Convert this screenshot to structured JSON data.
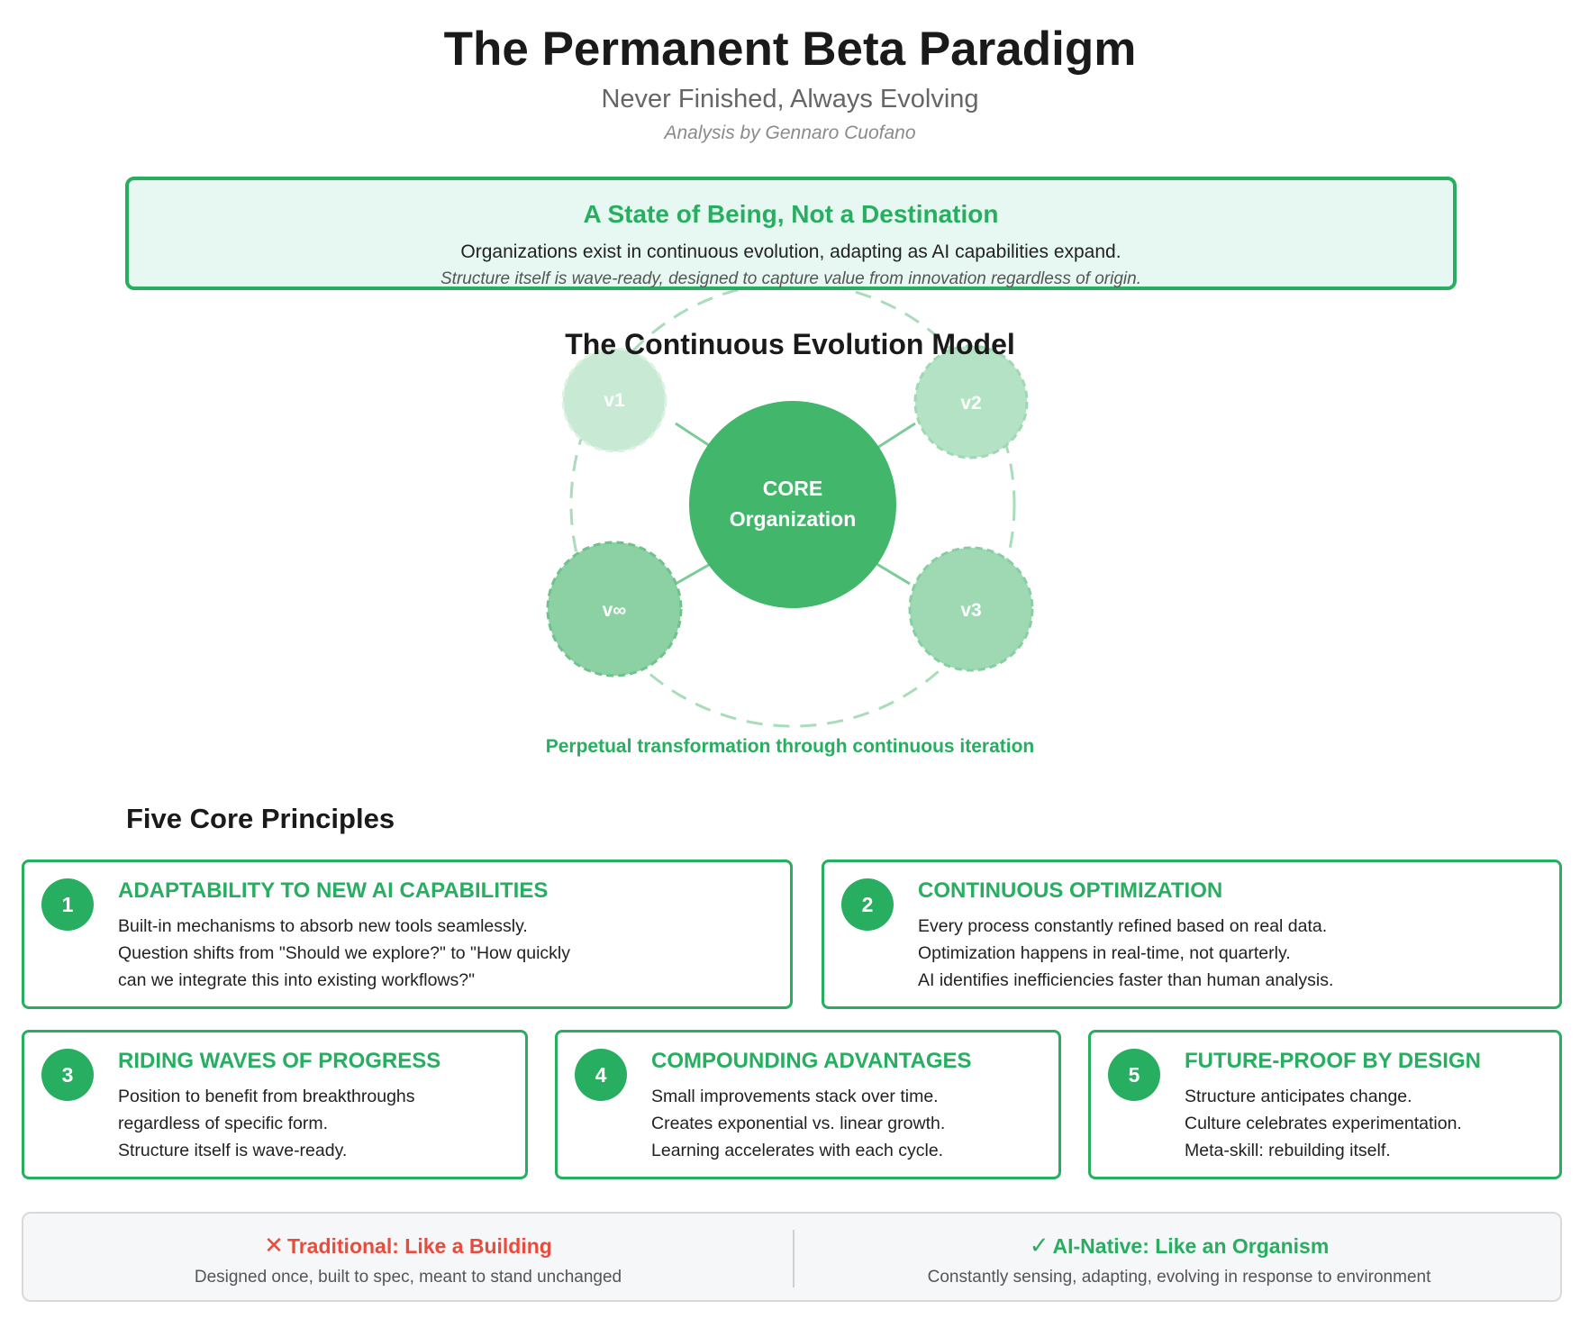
{
  "header": {
    "title": "The Permanent Beta Paradigm",
    "subtitle": "Never Finished, Always Evolving",
    "byline": "Analysis by Gennaro Cuofano"
  },
  "hero": {
    "title": "A State of Being, Not a Destination",
    "description": "Organizations exist in continuous evolution, adapting as AI capabilities expand.",
    "note": "Structure itself is wave-ready, designed to capture value from innovation regardless of origin."
  },
  "model": {
    "title": "The Continuous Evolution Model",
    "core_line1": "CORE",
    "core_line2": "Organization",
    "nodes": [
      {
        "label": "v1",
        "color": "#c8e9d4"
      },
      {
        "label": "v2",
        "color": "#b4e2c5"
      },
      {
        "label": "v3",
        "color": "#9ed9b3"
      },
      {
        "label": "v∞",
        "color": "#8bd1a3"
      }
    ],
    "caption": "Perpetual transformation through continuous iteration",
    "core_color": "#42b76c"
  },
  "principles": {
    "heading": "Five Core Principles",
    "items": [
      {
        "number": "1",
        "title": "ADAPTABILITY TO NEW AI CAPABILITIES",
        "lines": [
          "Built-in mechanisms to absorb new tools seamlessly.",
          "Question shifts from \"Should we explore?\" to \"How quickly",
          "can we integrate this into existing workflows?\""
        ]
      },
      {
        "number": "2",
        "title": "CONTINUOUS OPTIMIZATION",
        "lines": [
          "Every process constantly refined based on real data.",
          "Optimization happens in real-time, not quarterly.",
          "AI identifies inefficiencies faster than human analysis."
        ]
      },
      {
        "number": "3",
        "title": "RIDING WAVES OF PROGRESS",
        "lines": [
          "Position to benefit from breakthroughs",
          "regardless of specific form.",
          "Structure itself is wave-ready."
        ]
      },
      {
        "number": "4",
        "title": "COMPOUNDING ADVANTAGES",
        "lines": [
          "Small improvements stack over time.",
          "Creates exponential vs. linear growth.",
          "Learning accelerates with each cycle."
        ]
      },
      {
        "number": "5",
        "title": "FUTURE-PROOF BY DESIGN",
        "lines": [
          "Structure anticipates change.",
          "Culture celebrates experimentation.",
          "Meta-skill: rebuilding itself."
        ]
      }
    ]
  },
  "comparison": {
    "traditional": {
      "icon": "✕",
      "title": "Traditional: Like a Building",
      "description": "Designed once, built to spec, meant to stand unchanged",
      "color": "#e74c3c"
    },
    "ai_native": {
      "icon": "✓",
      "title": "AI-Native: Like an Organism",
      "description": "Constantly sensing, adapting, evolving in response to environment",
      "color": "#27ae60"
    }
  },
  "colors": {
    "accent": "#27ae60",
    "hero_bg": "#e6f8f1"
  }
}
